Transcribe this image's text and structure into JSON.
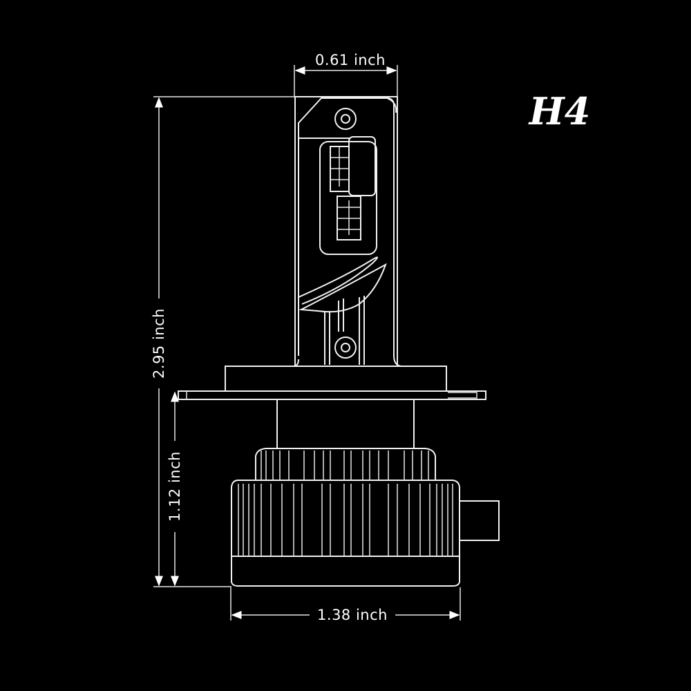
{
  "product": {
    "model_label": "H4"
  },
  "dimensions": {
    "head_width": "0.61 inch",
    "total_height": "2.95 inch",
    "base_height": "1.12 inch",
    "base_width": "1.38 inch"
  },
  "colors": {
    "background": "#000000",
    "lines": "#f2f2f2"
  }
}
